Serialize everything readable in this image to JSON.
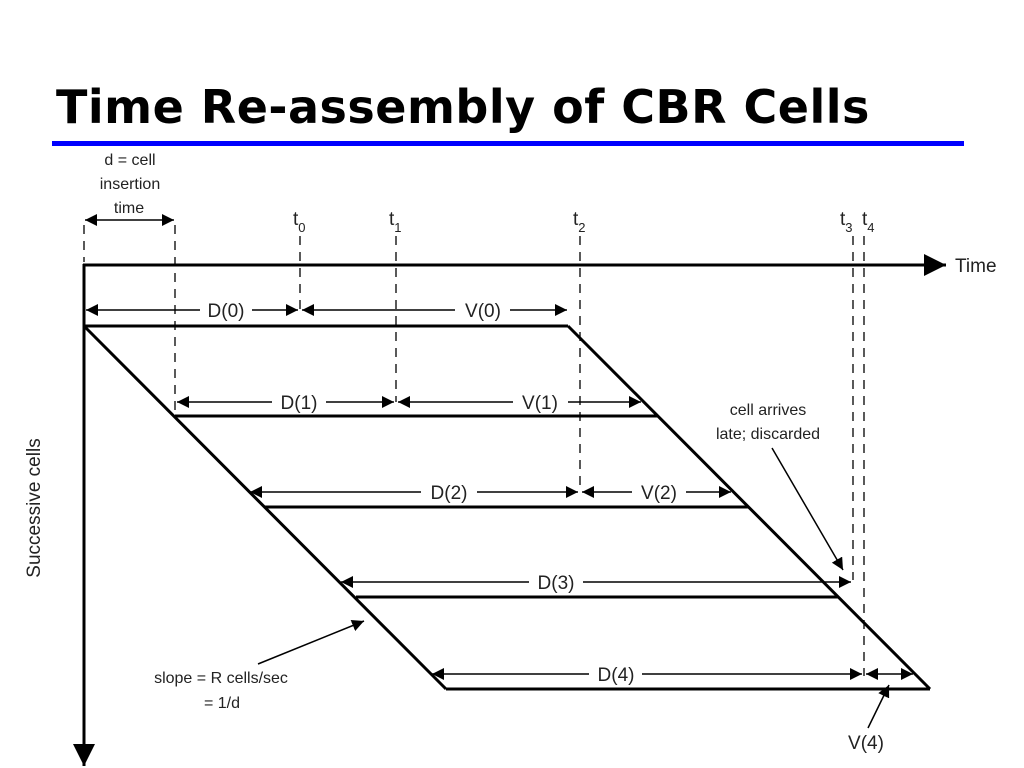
{
  "slide": {
    "title": "Time Re-assembly of CBR Cells"
  },
  "diagram": {
    "time_axis_label": "Time",
    "cells_axis_label": "Successive cells",
    "insertion_note": [
      "d = cell",
      "insertion",
      "time"
    ],
    "time_markers": [
      {
        "base": "t",
        "sub": "0"
      },
      {
        "base": "t",
        "sub": "1"
      },
      {
        "base": "t",
        "sub": "2"
      },
      {
        "base": "t",
        "sub": "3"
      },
      {
        "base": "t",
        "sub": "4"
      }
    ],
    "delay_labels": [
      "D(0)",
      "D(1)",
      "D(2)",
      "D(3)",
      "D(4)"
    ],
    "variation_labels": [
      "V(0)",
      "V(1)",
      "V(2)",
      "V(4)"
    ],
    "late_note": [
      "cell arrives",
      "late; discarded"
    ],
    "slope_note": [
      "slope = R cells/sec",
      "= 1/d"
    ],
    "colors": {
      "title_rule": "#0000ff",
      "lines": "#000000"
    }
  }
}
